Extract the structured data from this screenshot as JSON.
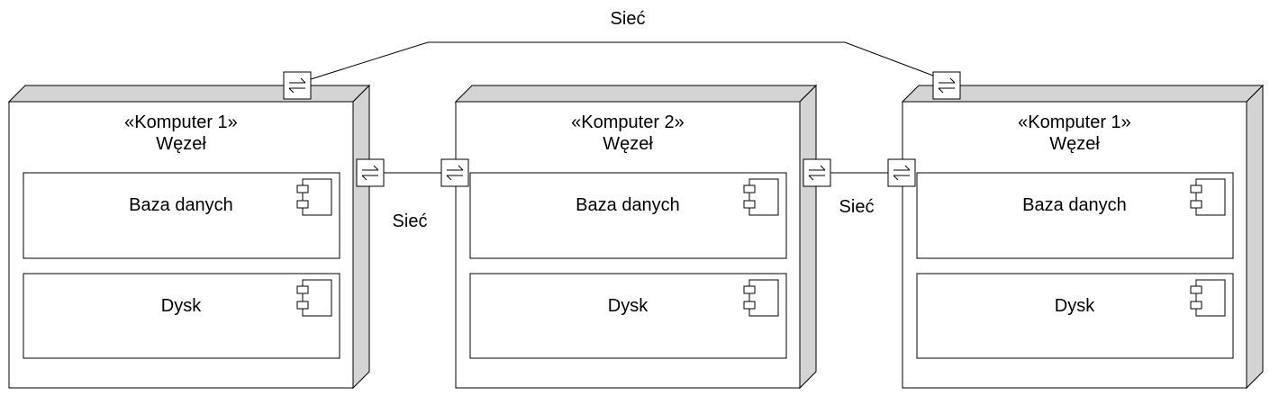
{
  "diagram": {
    "nodes": [
      {
        "stereotype": "«Komputer 1»",
        "kind": "Węzeł",
        "components": [
          {
            "label": "Baza danych",
            "icon": "component-icon"
          },
          {
            "label": "Dysk",
            "icon": "component-icon"
          }
        ]
      },
      {
        "stereotype": "«Komputer 2»",
        "kind": "Węzeł",
        "components": [
          {
            "label": "Baza danych",
            "icon": "component-icon"
          },
          {
            "label": "Dysk",
            "icon": "component-icon"
          }
        ]
      },
      {
        "stereotype": "«Komputer 1»",
        "kind": "Węzeł",
        "components": [
          {
            "label": "Baza danych",
            "icon": "component-icon"
          },
          {
            "label": "Dysk",
            "icon": "component-icon"
          }
        ]
      }
    ],
    "links": {
      "top_label": "Sieć",
      "left_label": "Sieć",
      "right_label": "Sieć"
    },
    "port_icon": "bidirectional-port-icon",
    "colors": {
      "node_fill": "#ffffff",
      "node_side": "#d4d4d4",
      "stroke": "#000000"
    }
  }
}
